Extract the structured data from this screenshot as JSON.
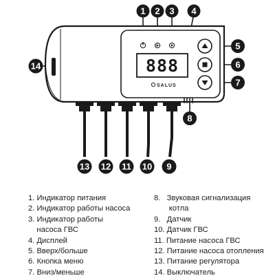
{
  "device": {
    "display_reading": "888",
    "brand": "SALUS"
  },
  "callouts": {
    "c1": "1",
    "c2": "2",
    "c3": "3",
    "c4": "4",
    "c5": "5",
    "c6": "6",
    "c7": "7",
    "c8": "8",
    "c9": "9",
    "c10": "10",
    "c11": "11",
    "c12": "12",
    "c13": "13",
    "c14": "14"
  },
  "legend_left": [
    "1. Индикатор питания",
    "2. Индикатор работы насоса",
    "3. Индикатор работы",
    "    насоса ГВС",
    "4. Дисплей",
    "5. Вверх/больше",
    "6. Кнопка меню",
    "7. Вниз/меньше"
  ],
  "legend_right": [
    "8.   Звуковая сигнализация",
    "       котла",
    "9.   Датчик",
    "10. Датчик ГВС",
    "11. Питание насоса ГВС",
    "12. Питание насоса отопления",
    "13. Питание регулятора",
    "14. Выключатель"
  ]
}
